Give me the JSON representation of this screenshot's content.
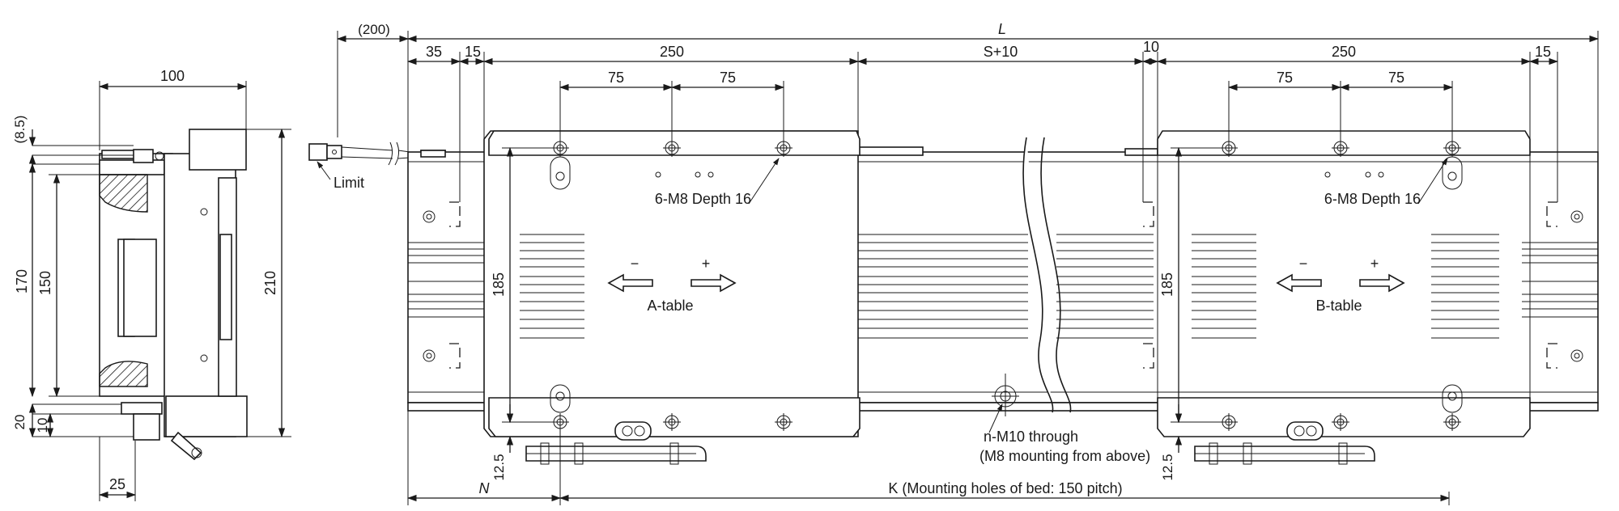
{
  "side_view": {
    "width": "100",
    "top_offset": "(8.5)",
    "overall_height": "170",
    "inner_height": "150",
    "total_height": "210",
    "bottom_20": "20",
    "bottom_10": "10",
    "bottom_width": "25"
  },
  "cable": {
    "length": "(200)",
    "connector": "Limit"
  },
  "top_dims": {
    "L": "L",
    "d35": "35",
    "d15_left": "15",
    "d250_a": "250",
    "s_plus_10": "S+10",
    "d10": "10",
    "d250_b": "250",
    "d15_right": "15",
    "a_75_1": "75",
    "a_75_2": "75",
    "b_75_1": "75",
    "b_75_2": "75"
  },
  "tables": {
    "a": {
      "label": "A-table",
      "minus": "−",
      "plus": "+",
      "tap_note": "6-M8 Depth 16",
      "height": "185",
      "bottom_offset": "12.5"
    },
    "b": {
      "label": "B-table",
      "minus": "−",
      "plus": "+",
      "tap_note": "6-M8 Depth 16",
      "height": "185",
      "bottom_offset": "12.5"
    }
  },
  "bed_holes": {
    "note_line1": "n-M10 through",
    "note_line2": "(M8 mounting from above)"
  },
  "bottom_dims": {
    "N": "N",
    "K": "K (Mounting holes of bed: 150 pitch)"
  }
}
